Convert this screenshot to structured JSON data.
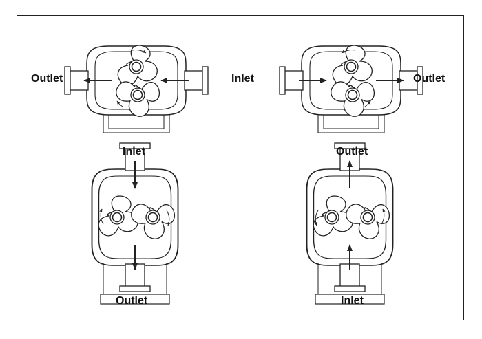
{
  "diagram": {
    "labels": {
      "top_left_outlet": "Outlet",
      "center_inlet": "Inlet",
      "top_right_outlet": "Outlet",
      "top_left_bottom_inlet": "Inlet",
      "top_right_bottom_outlet": "Outlet",
      "bottom_left_outlet": "Outlet",
      "bottom_right_inlet": "Inlet"
    },
    "pumps": [
      {
        "name": "pump-top-left",
        "orientation": "horizontal",
        "flow": "right-to-left"
      },
      {
        "name": "pump-top-right",
        "orientation": "horizontal",
        "flow": "left-to-right"
      },
      {
        "name": "pump-bottom-left",
        "orientation": "vertical",
        "flow": "top-to-bottom"
      },
      {
        "name": "pump-bottom-right",
        "orientation": "vertical",
        "flow": "bottom-to-top"
      }
    ],
    "colors": {
      "line": "#222222",
      "background": "#ffffff"
    }
  }
}
